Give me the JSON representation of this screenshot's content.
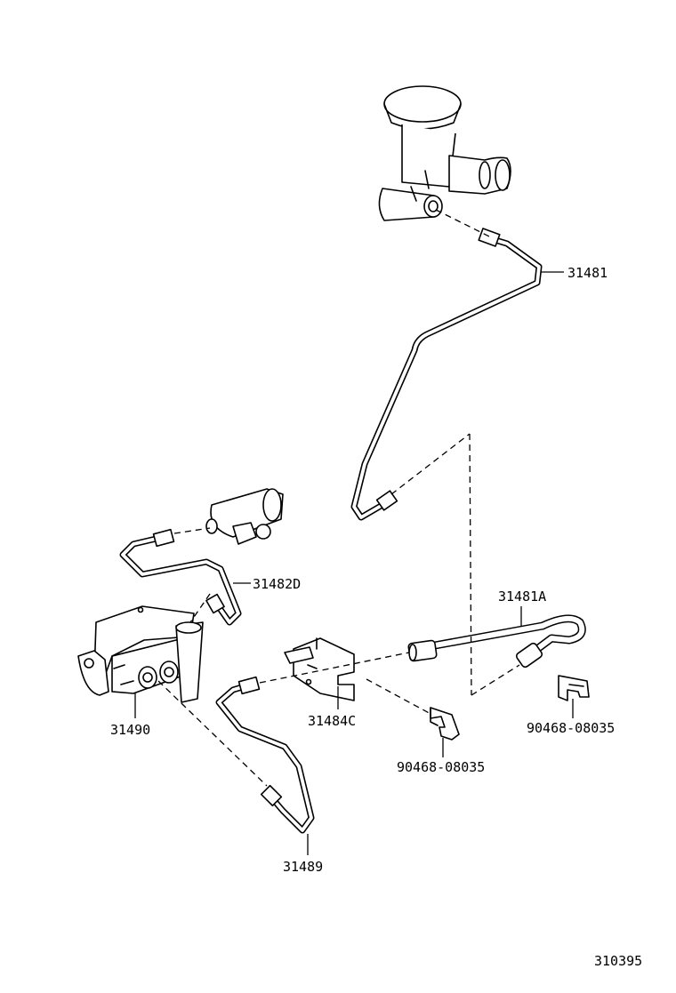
{
  "diagram": {
    "callouts": [
      {
        "id": "master-cylinder-tube",
        "label": "31481"
      },
      {
        "id": "clutch-hose",
        "label": "31481A"
      },
      {
        "id": "tube-upper-left",
        "label": "31482D"
      },
      {
        "id": "hose-bracket",
        "label": "31484C"
      },
      {
        "id": "tube-lower",
        "label": "31489"
      },
      {
        "id": "release-cylinder",
        "label": "31490"
      },
      {
        "id": "clip-center",
        "label": "90468-08035"
      },
      {
        "id": "clip-right",
        "label": "90468-08035"
      }
    ],
    "figure_number": "310395"
  }
}
